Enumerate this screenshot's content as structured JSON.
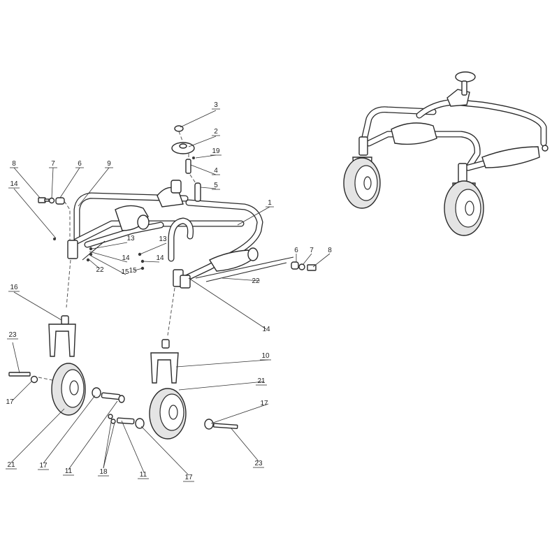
{
  "callouts": [
    {
      "id": "c3a",
      "text": "3"
    },
    {
      "id": "c2a",
      "text": "2"
    },
    {
      "id": "c19a",
      "text": "19"
    },
    {
      "id": "c4a",
      "text": "4"
    },
    {
      "id": "c5a",
      "text": "5"
    },
    {
      "id": "c1a",
      "text": "1"
    },
    {
      "id": "c8a",
      "text": "8"
    },
    {
      "id": "c7a",
      "text": "7"
    },
    {
      "id": "c6a",
      "text": "6"
    },
    {
      "id": "c9a",
      "text": "9"
    },
    {
      "id": "c14a",
      "text": "14"
    },
    {
      "id": "c13a",
      "text": "13"
    },
    {
      "id": "c14b",
      "text": "14"
    },
    {
      "id": "c22a",
      "text": "22"
    },
    {
      "id": "c15a",
      "text": "15"
    },
    {
      "id": "c13b",
      "text": "13"
    },
    {
      "id": "c14c",
      "text": "14"
    },
    {
      "id": "c15b",
      "text": "15"
    },
    {
      "id": "c6b",
      "text": "6"
    },
    {
      "id": "c7b",
      "text": "7"
    },
    {
      "id": "c8b",
      "text": "8"
    },
    {
      "id": "c22b",
      "text": "22"
    },
    {
      "id": "c14d",
      "text": "14"
    },
    {
      "id": "c16a",
      "text": "16"
    },
    {
      "id": "c10a",
      "text": "10"
    },
    {
      "id": "c23a",
      "text": "23"
    },
    {
      "id": "c17a",
      "text": "17"
    },
    {
      "id": "c21a",
      "text": "21"
    },
    {
      "id": "c17b",
      "text": "17"
    },
    {
      "id": "c11a",
      "text": "11"
    },
    {
      "id": "c18a",
      "text": "18"
    },
    {
      "id": "c11b",
      "text": "11"
    },
    {
      "id": "c17c",
      "text": "17"
    },
    {
      "id": "c21b",
      "text": "21"
    },
    {
      "id": "c17d",
      "text": "17"
    },
    {
      "id": "c23b",
      "text": "23"
    }
  ]
}
